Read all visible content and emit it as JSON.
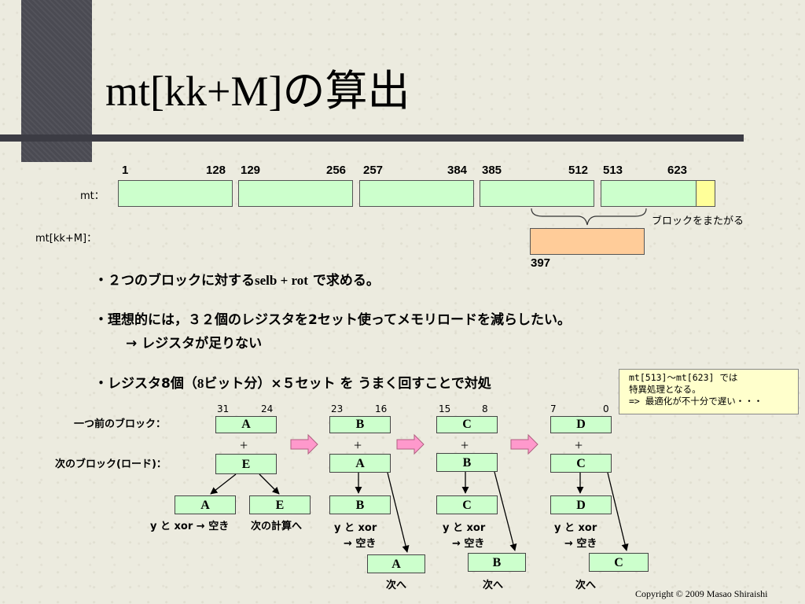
{
  "title": "mt[kk+M]の算出",
  "row_labels": {
    "mt": "mt：",
    "mtkm": "mt[kk+M]："
  },
  "ranges": [
    {
      "start": "1",
      "end": "128"
    },
    {
      "start": "129",
      "end": "256"
    },
    {
      "start": "257",
      "end": "384"
    },
    {
      "start": "385",
      "end": "512"
    },
    {
      "start": "513",
      "end": "623"
    }
  ],
  "span_label": "ブロックをまたがる",
  "mtkm_start": "397",
  "bullets": {
    "b1_pre": "・２つのブロックに対する",
    "b1_code": "selb + rot",
    "b1_post": "で求める。",
    "b2": "・理想的には，３２個のレジスタを2セット使ってメモリロードを減らしたい。",
    "b2_sub": "→ レジスタが足りない",
    "b3_pre": "・レジスタ8個（",
    "b3_mid": "8",
    "b3_post": "ビット分）×５セット を うまく回すことで対処"
  },
  "note": {
    "line1": "mt[513]～mt[623] では",
    "line2": "特異処理となる。",
    "line3": "=> 最適化が不十分で遅い・・・"
  },
  "flow": {
    "prev_label": "一つ前のブロック：",
    "next_label": "次のブロック(ロード)：",
    "bits": [
      "31",
      "24",
      "23",
      "16",
      "15",
      "8",
      "7",
      "0"
    ],
    "plus": "+",
    "top_boxes": [
      "A",
      "B",
      "C",
      "D"
    ],
    "load_boxes": [
      "E",
      "A",
      "B",
      "C"
    ],
    "result_boxes": [
      "A",
      "E",
      "B",
      "C",
      "D"
    ],
    "carry_boxes": [
      "A",
      "B",
      "C"
    ],
    "caption_xor_a": "y と xor → 空き",
    "caption_next_calc": "次の計算へ",
    "caption_xor": "y と xor",
    "caption_empty": "→ 空き",
    "caption_next": "次へ"
  },
  "copyright": "Copyright © 2009 Masao Shiraishi",
  "colors": {
    "segment_fill": "#ccffcc",
    "tail_fill": "#ffff99",
    "mtkm_fill": "#ffcc99",
    "note_fill": "#ffffcc",
    "arrow_fill": "#ff99cc",
    "title_bar": "#3c3c44"
  }
}
